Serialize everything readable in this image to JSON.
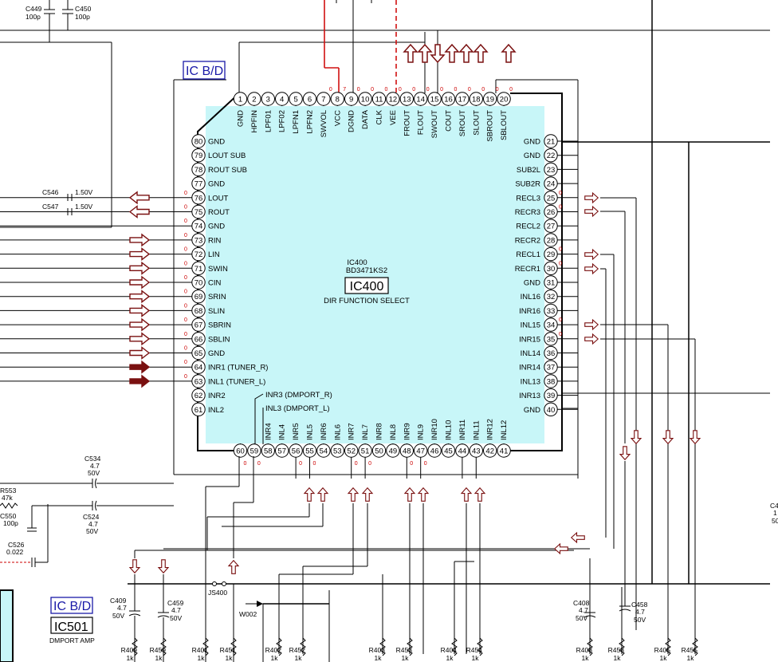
{
  "colors": {
    "chip_fill": "#c8f6f8",
    "arrow": "#7a1010",
    "arrow_fill": "#fff",
    "signal_red": "#d01010",
    "label_blue": "#1a1aa8"
  },
  "header": {
    "c449_label": "C449",
    "c449_value": "100p",
    "c450_label": "C450",
    "c450_value": "100p"
  },
  "board_tag": "IC B/D",
  "ic400": {
    "ref": "IC400",
    "part": "BD3471KS2",
    "name": "IC400",
    "function": "DIR FUNCTION SELECT"
  },
  "top_pins": [
    {
      "n": "1",
      "label": "GND"
    },
    {
      "n": "2",
      "label": "HPFIN"
    },
    {
      "n": "3",
      "label": "LPF01"
    },
    {
      "n": "4",
      "label": "LPF02"
    },
    {
      "n": "5",
      "label": "LPFN1"
    },
    {
      "n": "6",
      "label": "LPFN2"
    },
    {
      "n": "7",
      "label": "SWVOL"
    },
    {
      "n": "8",
      "label": "VCC"
    },
    {
      "n": "9",
      "label": "DGND"
    },
    {
      "n": "10",
      "label": "DATA"
    },
    {
      "n": "11",
      "label": "CLK"
    },
    {
      "n": "12",
      "label": "VEE"
    },
    {
      "n": "13",
      "label": "FROUT"
    },
    {
      "n": "14",
      "label": "FLOUT"
    },
    {
      "n": "15",
      "label": "SWOUT"
    },
    {
      "n": "16",
      "label": "COUT"
    },
    {
      "n": "17",
      "label": "SROUT"
    },
    {
      "n": "18",
      "label": "SLOUT"
    },
    {
      "n": "19",
      "label": "SBROUT"
    },
    {
      "n": "20",
      "label": "SBLOUT"
    }
  ],
  "right_pins": [
    {
      "n": "21",
      "label": "GND"
    },
    {
      "n": "22",
      "label": "GND"
    },
    {
      "n": "23",
      "label": "SUB2L"
    },
    {
      "n": "24",
      "label": "SUB2R"
    },
    {
      "n": "25",
      "label": "RECL3"
    },
    {
      "n": "26",
      "label": "RECR3"
    },
    {
      "n": "27",
      "label": "RECL2"
    },
    {
      "n": "28",
      "label": "RECR2"
    },
    {
      "n": "29",
      "label": "RECL1"
    },
    {
      "n": "30",
      "label": "RECR1"
    },
    {
      "n": "31",
      "label": "GND"
    },
    {
      "n": "32",
      "label": "INL16"
    },
    {
      "n": "33",
      "label": "INR16"
    },
    {
      "n": "34",
      "label": "INL15"
    },
    {
      "n": "35",
      "label": "INR15"
    },
    {
      "n": "36",
      "label": "INL14"
    },
    {
      "n": "37",
      "label": "INR14"
    },
    {
      "n": "38",
      "label": "INL13"
    },
    {
      "n": "39",
      "label": "INR13"
    },
    {
      "n": "40",
      "label": "GND"
    }
  ],
  "left_pins": [
    {
      "n": "80",
      "label": "GND"
    },
    {
      "n": "79",
      "label": "LOUT SUB"
    },
    {
      "n": "78",
      "label": "ROUT SUB"
    },
    {
      "n": "77",
      "label": "GND"
    },
    {
      "n": "76",
      "label": "LOUT"
    },
    {
      "n": "75",
      "label": "ROUT"
    },
    {
      "n": "74",
      "label": "GND"
    },
    {
      "n": "73",
      "label": "RIN"
    },
    {
      "n": "72",
      "label": "LIN"
    },
    {
      "n": "71",
      "label": "SWIN"
    },
    {
      "n": "70",
      "label": "CIN"
    },
    {
      "n": "69",
      "label": "SRIN"
    },
    {
      "n": "68",
      "label": "SLIN"
    },
    {
      "n": "67",
      "label": "SBRIN"
    },
    {
      "n": "66",
      "label": "SBLIN"
    },
    {
      "n": "65",
      "label": "GND"
    },
    {
      "n": "64",
      "label": "INR1 (TUNER_R)"
    },
    {
      "n": "63",
      "label": "INL1 (TUNER_L)"
    },
    {
      "n": "62",
      "label": "INR2"
    },
    {
      "n": "61",
      "label": "INL2"
    }
  ],
  "bottom_pins": [
    {
      "n": "60",
      "label": ""
    },
    {
      "n": "59",
      "label": ""
    },
    {
      "n": "58",
      "label": "INR4"
    },
    {
      "n": "57",
      "label": "INL4"
    },
    {
      "n": "56",
      "label": "INR5"
    },
    {
      "n": "55",
      "label": "INL5"
    },
    {
      "n": "54",
      "label": "INR6"
    },
    {
      "n": "53",
      "label": "INL6"
    },
    {
      "n": "52",
      "label": "INR7"
    },
    {
      "n": "51",
      "label": "INL7"
    },
    {
      "n": "50",
      "label": "INR8"
    },
    {
      "n": "49",
      "label": "INL8"
    },
    {
      "n": "48",
      "label": "INR9"
    },
    {
      "n": "47",
      "label": "INL9"
    },
    {
      "n": "46",
      "label": "INR10"
    },
    {
      "n": "45",
      "label": "INL10"
    },
    {
      "n": "44",
      "label": "INR11"
    },
    {
      "n": "43",
      "label": "INL11"
    },
    {
      "n": "42",
      "label": "INR12"
    },
    {
      "n": "41",
      "label": "INL12"
    }
  ],
  "inner_labels": {
    "inr3": "INR3 (DMPORT_R)",
    "inl3": "INL3 (DMPORT_L)"
  },
  "caps_left": {
    "c546_label": "C546",
    "c546_value": "1.50V",
    "c547_label": "C547",
    "c547_value": "1.50V",
    "c534_label": "C534",
    "c534_v1": "4.7",
    "c534_v2": "50V",
    "c524_label": "C524",
    "c524_v1": "4.7",
    "c524_v2": "50V",
    "r553_label": "R553",
    "r553_value": "47k",
    "c550_label": "C550",
    "c550_value": "100p",
    "c526_label": "C526",
    "c526_value": "0.022"
  },
  "bottom": {
    "c409_label": "C409",
    "c409_v1": "4.7",
    "c409_v2": "50V",
    "c459_label": "C459",
    "c459_v1": "4.7",
    "c459_v2": "50V",
    "js400": "JS400",
    "w002": "W002",
    "ic501_tag": "IC B/D",
    "ic501": "IC501",
    "ic501_desc": "DMPORT AMP",
    "c408_label": "C408",
    "c408_v1": "4.7",
    "c408_v2": "50V",
    "c458_label": "C458",
    "c458_v1": "4.7",
    "c458_v2": "50V",
    "c4_label": "C4",
    "c4_v1": "1",
    "c4_v2": "50"
  },
  "resistors": [
    {
      "label": "R409",
      "value": "1k"
    },
    {
      "label": "R459",
      "value": "1k"
    },
    {
      "label": "R401",
      "value": "1k"
    },
    {
      "label": "R451",
      "value": "1k"
    },
    {
      "label": "R402",
      "value": "1k"
    },
    {
      "label": "R452",
      "value": "1k"
    },
    {
      "label": "R403",
      "value": "1k"
    },
    {
      "label": "R453",
      "value": "1k"
    },
    {
      "label": "R404",
      "value": "1k"
    },
    {
      "label": "R454",
      "value": "1k"
    },
    {
      "label": "R408",
      "value": "1k"
    },
    {
      "label": "R458",
      "value": "1k"
    },
    {
      "label": "R405",
      "value": "1k"
    },
    {
      "label": "R455",
      "value": "1k"
    }
  ],
  "pin_voltage_mark": "0",
  "pin_voltage_mark_vcc": "7"
}
